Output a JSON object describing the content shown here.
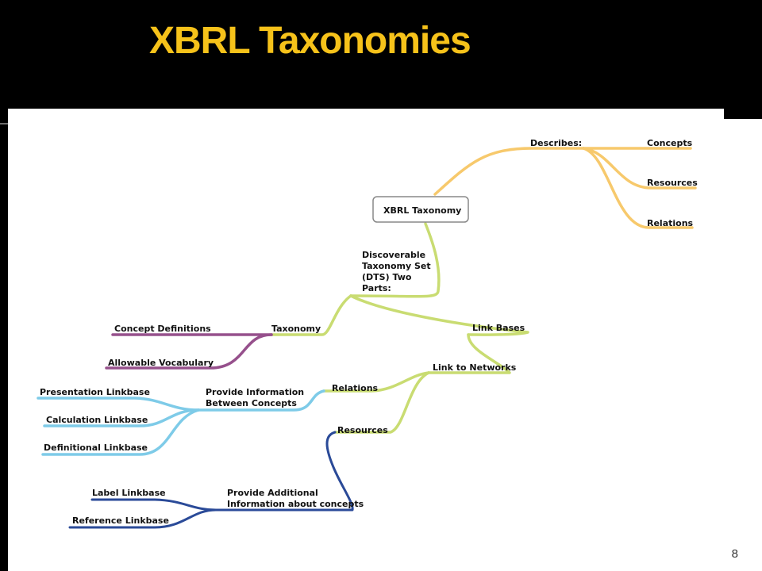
{
  "slide": {
    "title": "XBRL Taxonomies",
    "page_number": "8"
  },
  "colors": {
    "title": "#f6c21a",
    "orange_branch": "#f7c96c",
    "green_branch": "#c9dc72",
    "purple_branch": "#96508c",
    "light_blue_branch": "#7ecbe8",
    "dark_blue_branch": "#2a4a98",
    "root_border": "#888888"
  },
  "mindmap": {
    "root": "XBRL Taxonomy",
    "describes": {
      "label": "Describes:",
      "items": [
        "Concepts",
        "Resources",
        "Relations"
      ]
    },
    "dts": {
      "label": [
        "Discoverable",
        "Taxonomy Set",
        "(DTS) Two",
        "Parts:"
      ]
    },
    "taxonomy": {
      "label": "Taxonomy",
      "items": [
        "Concept Definitions",
        "Allowable Vocabulary"
      ]
    },
    "link_bases": {
      "label": "Link Bases"
    },
    "link_to_networks": {
      "label": "Link to Networks"
    },
    "relations": {
      "label": "Relations"
    },
    "provide_info": {
      "label": [
        "Provide Information",
        "Between Concepts"
      ],
      "items": [
        "Presentation Linkbase",
        "Calculation Linkbase",
        "Definitional Linkbase"
      ]
    },
    "resources": {
      "label": "Resources"
    },
    "provide_additional": {
      "label": [
        "Provide Additional",
        "Information about concepts"
      ],
      "items": [
        "Label Linkbase",
        "Reference Linkbase"
      ]
    }
  }
}
